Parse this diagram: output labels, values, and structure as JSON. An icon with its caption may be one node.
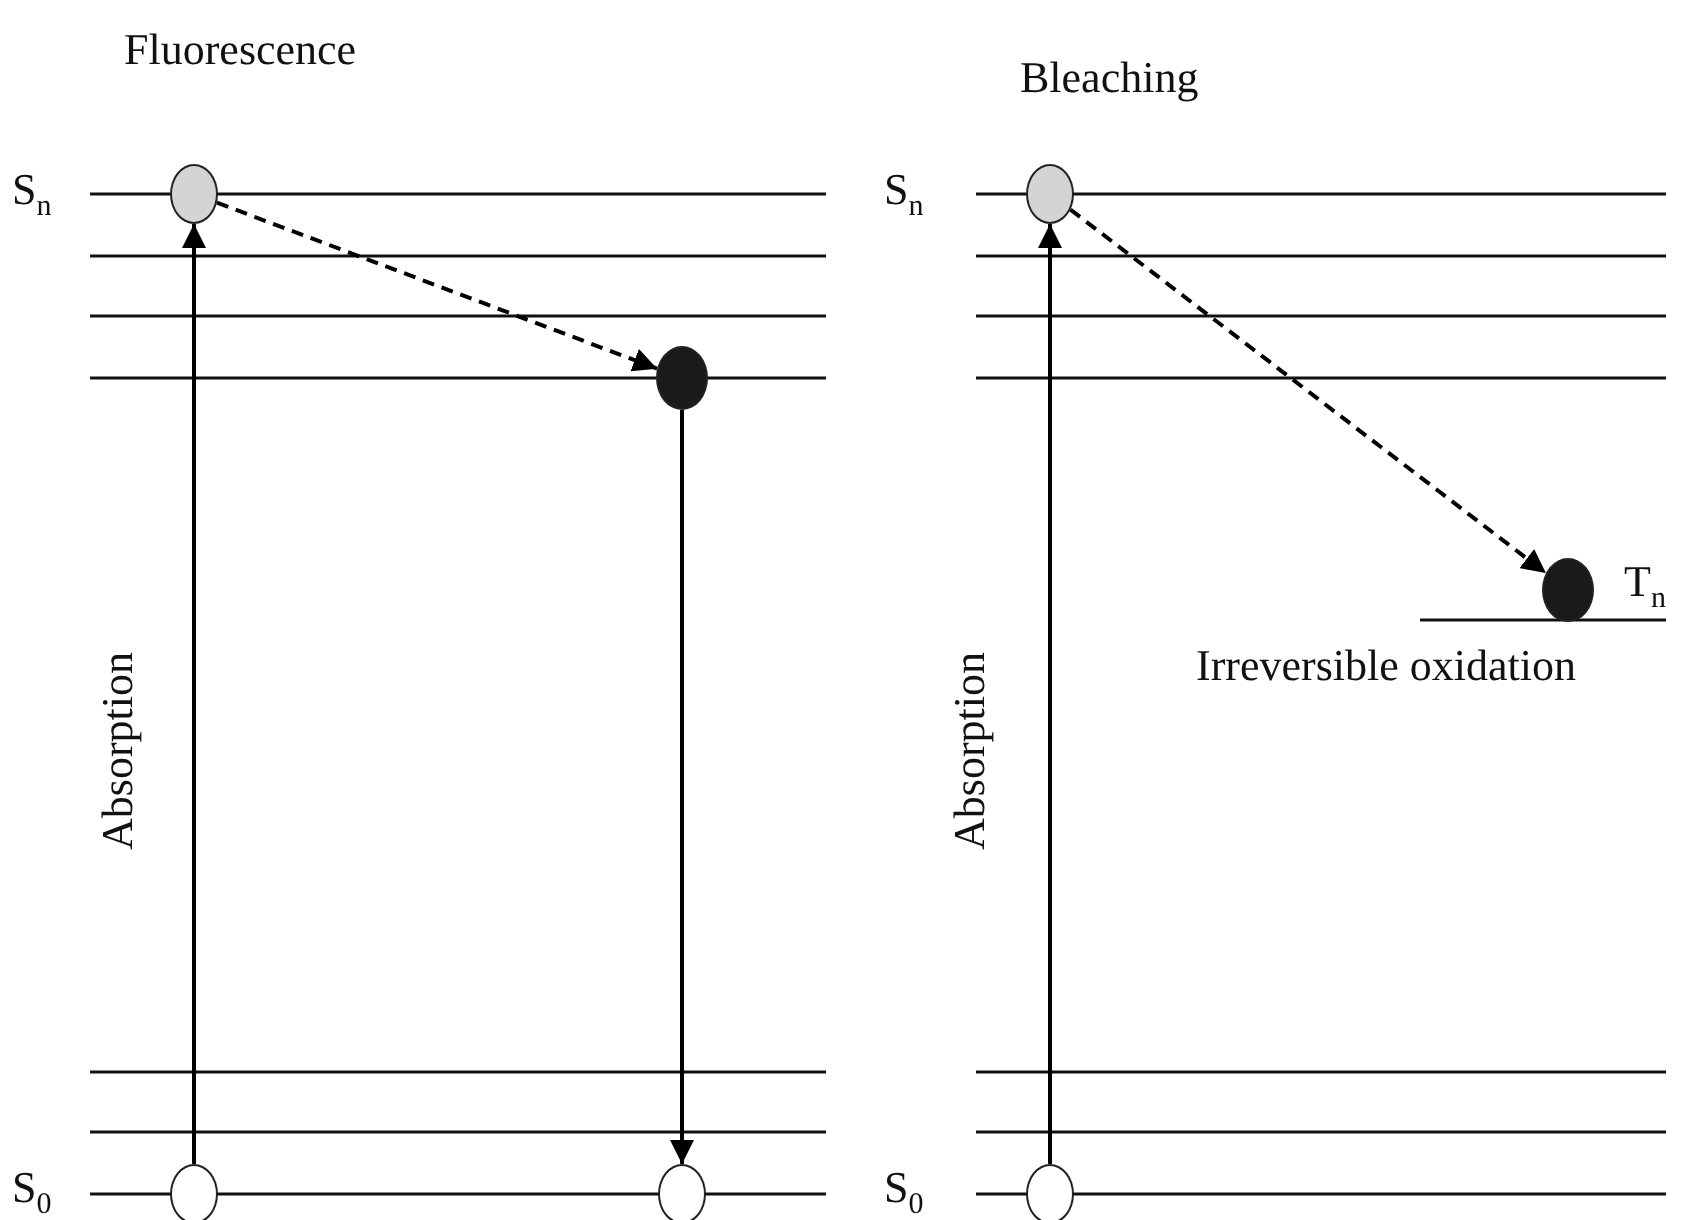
{
  "diagram": {
    "nodes": [
      {
        "text": [],
        "shape": "circle"
      },
      {
        "text": [],
        "shape": "circle"
      },
      {
        "text": [],
        "shape": "circle"
      },
      {
        "text": [],
        "shape": "circle"
      },
      {
        "text": [],
        "shape": "circle"
      },
      {
        "text": [],
        "shape": "circle"
      },
      {
        "text": [],
        "shape": "circle"
      }
    ],
    "edges": [
      {
        "from": 0,
        "to": 1,
        "arrow": "to",
        "label": "Absorption"
      },
      {
        "from": 1,
        "to": 2,
        "arrow": "to",
        "style": "dashed"
      },
      {
        "from": 2,
        "to": 3,
        "arrow": "to"
      },
      {
        "from": 4,
        "to": 5,
        "arrow": "to",
        "label": "Absorption"
      },
      {
        "from": 5,
        "to": 6,
        "arrow": "to",
        "style": "dashed"
      }
    ],
    "labels": [
      "Fluorescence",
      "Bleaching",
      "S$_{n}$",
      "S$_{n}$",
      "T$_{n}$",
      "Irreversible oxidation",
      "S$_{0}$",
      "S$_{0}$"
    ]
  }
}
